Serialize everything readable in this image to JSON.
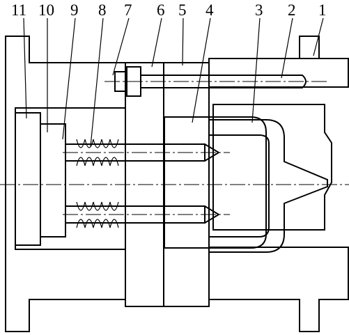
{
  "diagram": {
    "part_labels": [
      "11",
      "10",
      "9",
      "8",
      "7",
      "6",
      "5",
      "4",
      "3",
      "2",
      "1"
    ]
  }
}
